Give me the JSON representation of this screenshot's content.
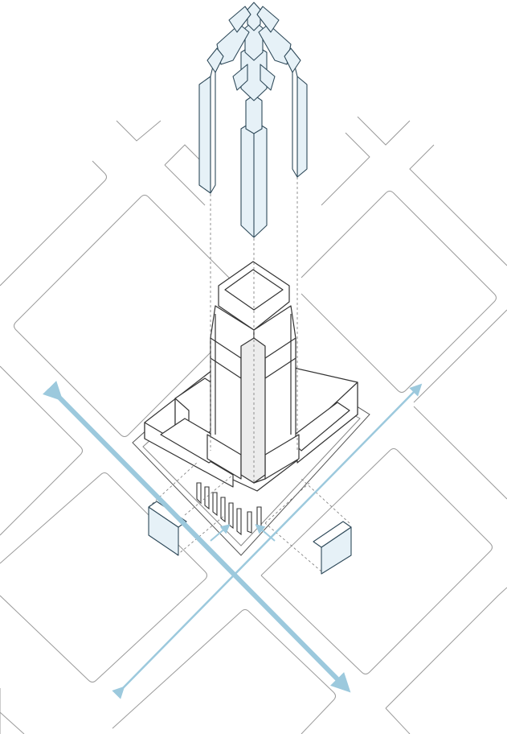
{
  "diagram": {
    "kind": "exploded-axonometric-tower",
    "colors": {
      "background": "#ffffff",
      "line": "#3a3a3a",
      "street_line": "#9a9a9a",
      "glass_fill": "#e6f1f7",
      "glass_stroke": "#2f4a5a",
      "core_fill": "#ececec",
      "arrow": "#9cc9dd"
    },
    "layers": [
      "street-grid",
      "podium",
      "tower-shaft",
      "crown-exploded",
      "entry-boxes",
      "circulation-arrows"
    ],
    "arrows": [
      {
        "name": "primary-axis-arrow",
        "style": "thick",
        "direction": "northwest-southeast"
      },
      {
        "name": "secondary-axis-arrow",
        "style": "thin",
        "direction": "northeast-southwest"
      },
      {
        "name": "entry-arrow-left",
        "style": "thin",
        "direction": "into-lobby"
      },
      {
        "name": "entry-arrow-right",
        "style": "thin",
        "direction": "into-lobby"
      }
    ]
  }
}
